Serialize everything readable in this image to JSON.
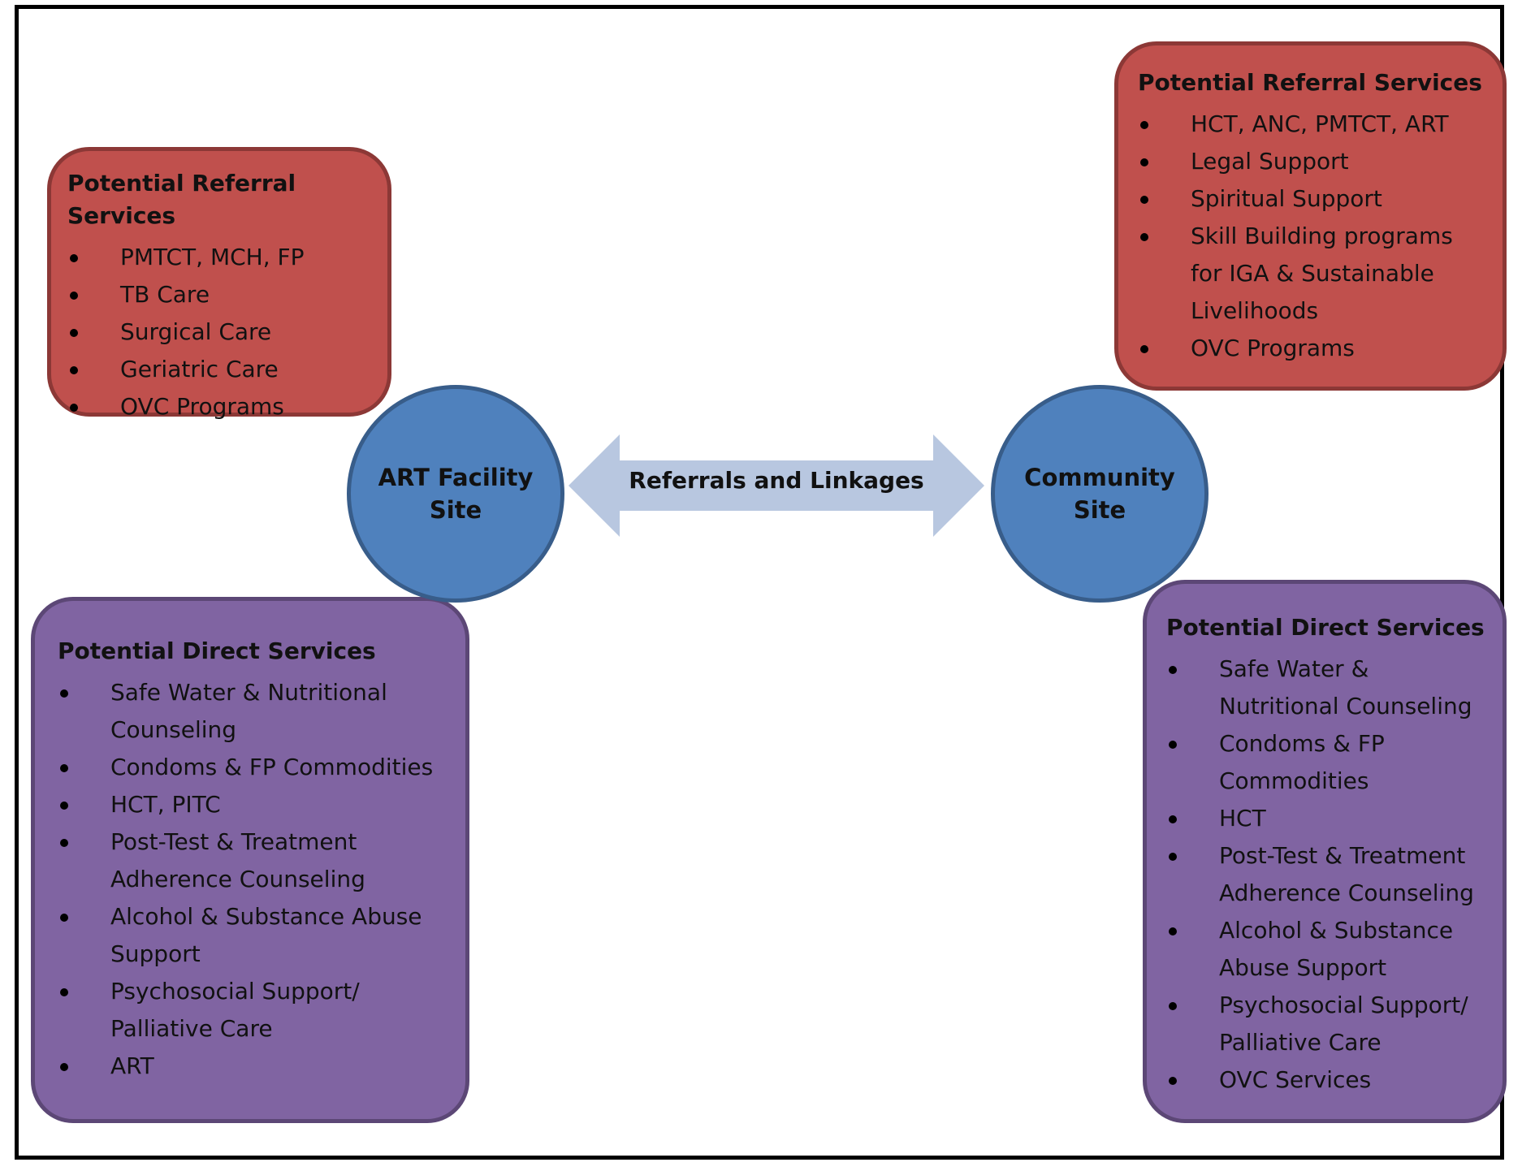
{
  "colors": {
    "referral_fill": "#c0504d",
    "referral_border": "#8c3836",
    "direct_fill": "#8064a2",
    "direct_border": "#5c4776",
    "site_fill": "#4f81bd",
    "site_border": "#385d8a",
    "arrow_fill": "#b8c7e0"
  },
  "sites": {
    "art_facility": {
      "line1": "ART Facility",
      "line2": "Site"
    },
    "community": {
      "line1": "Community",
      "line2": "Site"
    }
  },
  "connector": {
    "label": "Referrals and Linkages",
    "shape": "double-headed-arrow"
  },
  "art_referral": {
    "title": "Potential Referral Services",
    "items": [
      "PMTCT, MCH, FP",
      "TB Care",
      "Surgical Care",
      "Geriatric Care",
      "OVC Programs"
    ]
  },
  "community_referral": {
    "title": "Potential Referral Services",
    "items": [
      "HCT, ANC, PMTCT, ART",
      "Legal Support",
      "Spiritual Support",
      "Skill Building programs for IGA & Sustainable Livelihoods",
      "OVC Programs"
    ]
  },
  "art_direct": {
    "title": "Potential Direct Services",
    "items": [
      "Safe Water & Nutritional Counseling",
      "Condoms & FP Commodities",
      "HCT, PITC",
      "Post-Test & Treatment Adherence Counseling",
      "Alcohol & Substance Abuse Support",
      "Psychosocial Support/ Palliative Care",
      "ART"
    ]
  },
  "community_direct": {
    "title": "Potential Direct Services",
    "items": [
      "Safe Water & Nutritional Counseling",
      "Condoms & FP Commodities",
      "HCT",
      "Post-Test & Treatment Adherence Counseling",
      "Alcohol & Substance Abuse Support",
      "Psychosocial Support/ Palliative Care",
      "OVC Services"
    ]
  }
}
